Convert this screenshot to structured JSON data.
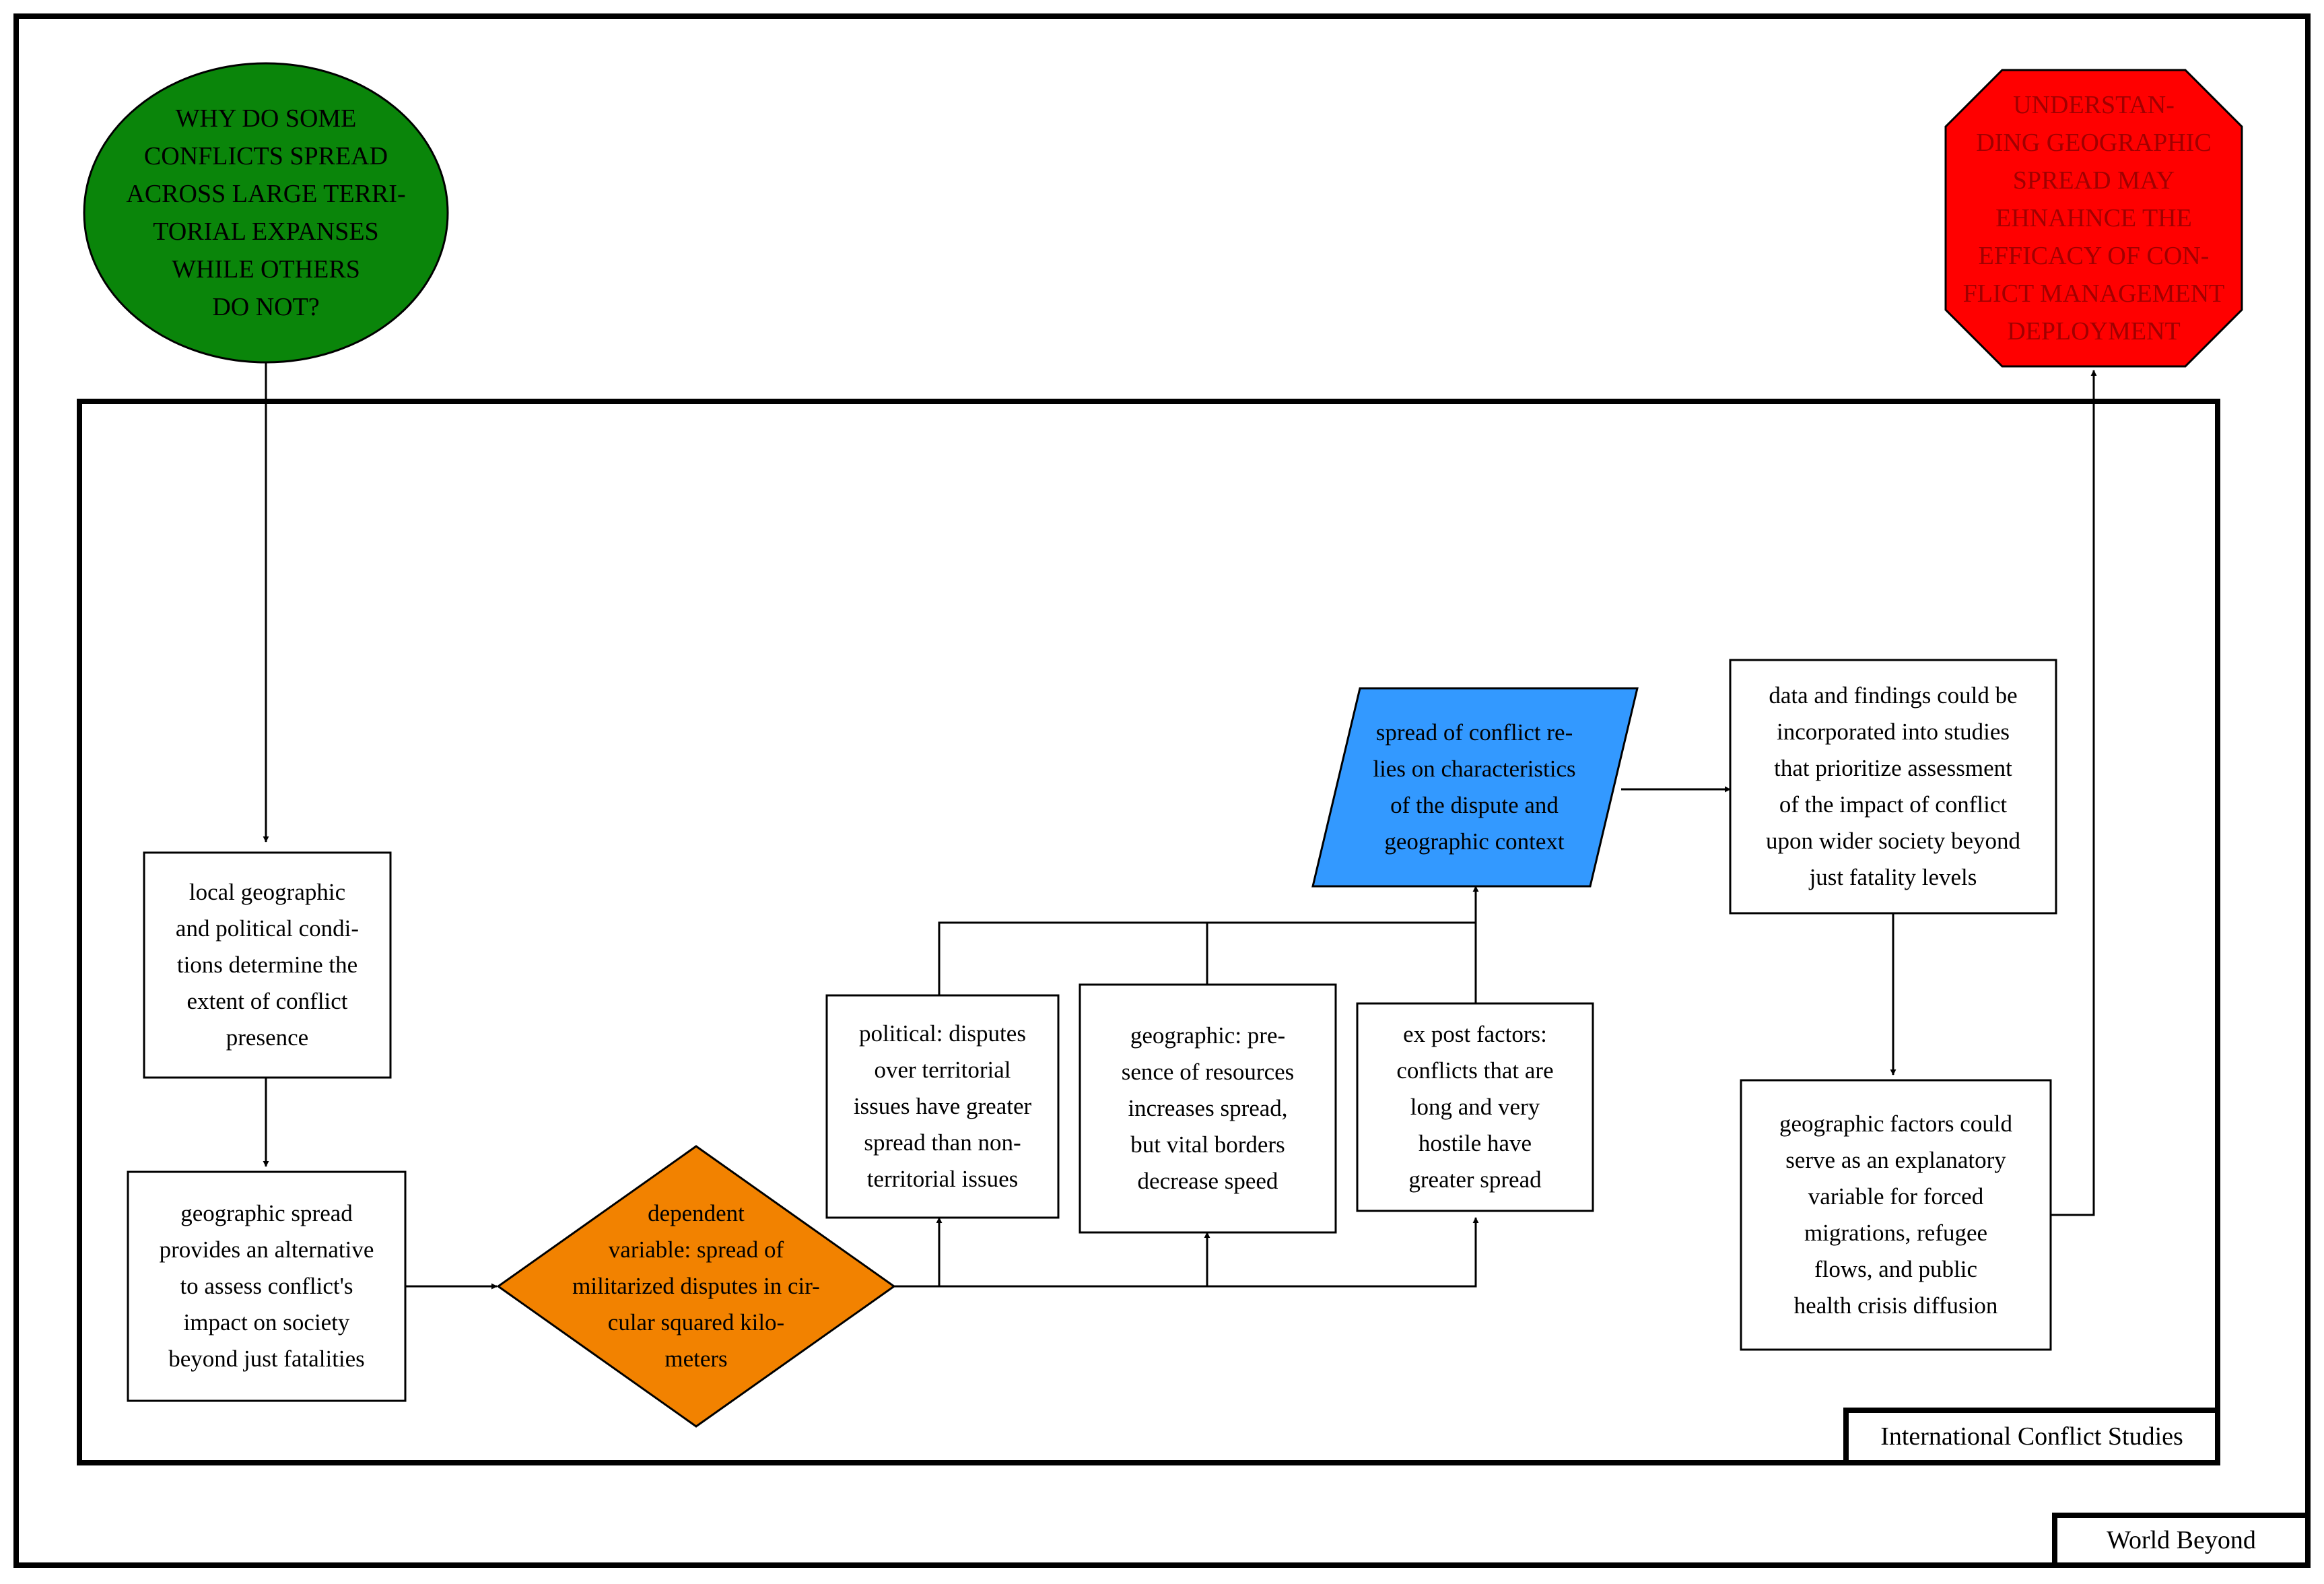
{
  "frames": {
    "outer_label": "World Beyond",
    "inner_label": "International Conflict Studies"
  },
  "nodes": {
    "question": {
      "lines": [
        "WHY DO SOME",
        "CONFLICTS SPREAD",
        "ACROSS LARGE TERRI-",
        "TORIAL EXPANSES",
        "WHILE OTHERS",
        "DO NOT?"
      ],
      "fill": "#0a850a"
    },
    "outcome": {
      "lines": [
        "UNDERSTAN-",
        "DING GEOGRAPHIC",
        "SPREAD MAY",
        "EHNAHNCE THE",
        "EFFICACY OF CON-",
        "FLICT MANAGEMENT",
        "DEPLOYMENT"
      ],
      "fill": "#ff0000"
    },
    "local_conditions": {
      "lines": [
        "local geographic",
        "and political condi-",
        "tions determine the",
        "extent of conflict",
        "presence"
      ]
    },
    "geographic_spread": {
      "lines": [
        "geographic spread",
        "provides an alternative",
        "to assess conflict's",
        "impact on society",
        "beyond just fatalities"
      ]
    },
    "dependent_variable": {
      "lines": [
        "dependent",
        "variable: spread of",
        "militarized disputes in cir-",
        "cular squared kilo-",
        "meters"
      ],
      "fill": "#f28200"
    },
    "political": {
      "lines": [
        "political: disputes",
        "over territorial",
        "issues have greater",
        "spread than non-",
        "territorial issues"
      ]
    },
    "geographic": {
      "lines": [
        "geographic: pre-",
        "sence of resources",
        "increases spread,",
        "but vital borders",
        "decrease speed"
      ]
    },
    "ex_post": {
      "lines": [
        "ex post factors:",
        "conflicts that are",
        "long and very",
        "hostile have",
        "greater spread"
      ]
    },
    "spread_relies": {
      "lines": [
        "spread of conflict re-",
        "lies on characteristics",
        "of the dispute and",
        "geographic context"
      ],
      "fill": "#3399ff"
    },
    "data_findings": {
      "lines": [
        "data and findings could be",
        "incorporated into studies",
        "that prioritize assessment",
        "of the impact of conflict",
        "upon wider society beyond",
        "just fatality levels"
      ]
    },
    "geographic_factors": {
      "lines": [
        "geographic factors could",
        "serve as an explanatory",
        "variable for forced",
        "migrations, refugee",
        "flows, and public",
        "health crisis diffusion"
      ]
    }
  }
}
